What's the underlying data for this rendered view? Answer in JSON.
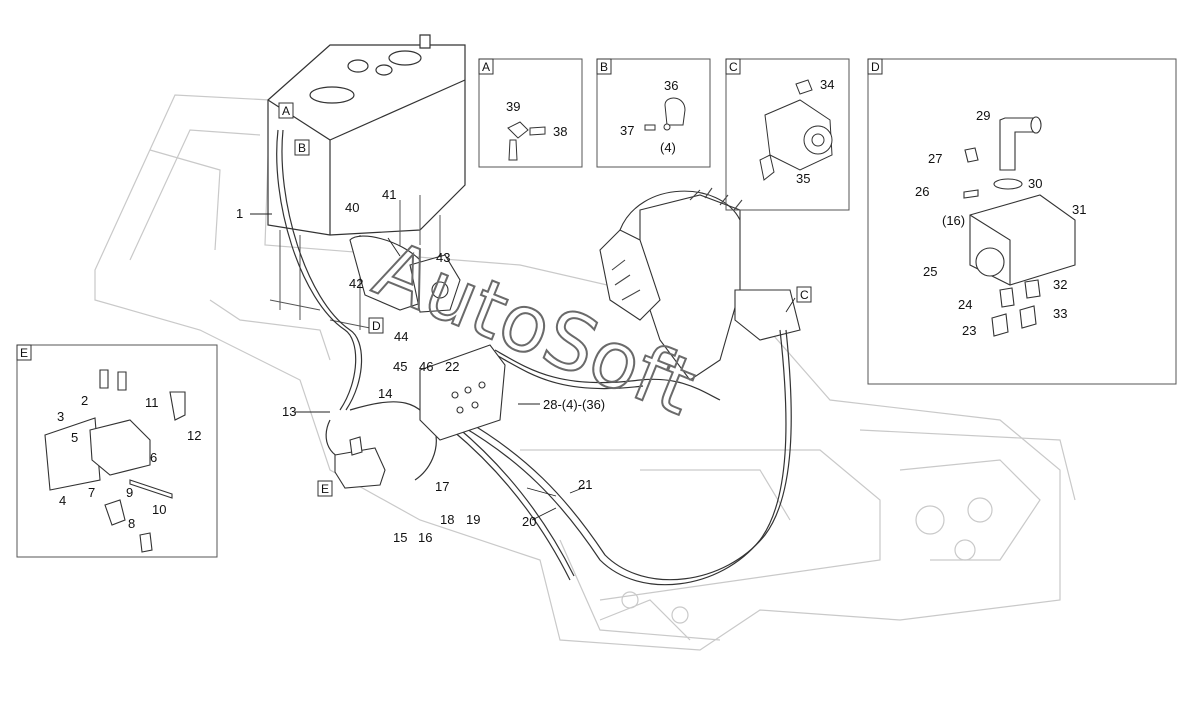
{
  "watermark": "AutoSoft",
  "box_tags": {
    "A": "A",
    "B": "B",
    "C": "C",
    "D": "D",
    "E": "E"
  },
  "parts": {
    "p1": "1",
    "p2": "2",
    "p3": "3",
    "p4": "4",
    "p5": "5",
    "p6": "6",
    "p7": "7",
    "p8": "8",
    "p9": "9",
    "p10": "10",
    "p11": "11",
    "p12": "12",
    "p13": "13",
    "p14": "14",
    "p15": "15",
    "p16": "16",
    "p17": "17",
    "p18": "18",
    "p19": "19",
    "p20": "20",
    "p21": "21",
    "p22": "22",
    "p23": "23",
    "p24": "24",
    "p25": "25",
    "p26": "26",
    "p27": "27",
    "p28": "28-(4)-(36)",
    "p29": "29",
    "p30": "30",
    "p31": "31",
    "p32": "32",
    "p33": "33",
    "p34": "34",
    "p35": "35",
    "p36": "36",
    "p37": "37",
    "p39": "39",
    "p38": "38",
    "p40": "40",
    "p41": "41",
    "p42": "42",
    "p43": "43",
    "p44": "44",
    "p45": "45",
    "p46": "46",
    "qty_b": "(4)",
    "qty_d": "(16)"
  }
}
